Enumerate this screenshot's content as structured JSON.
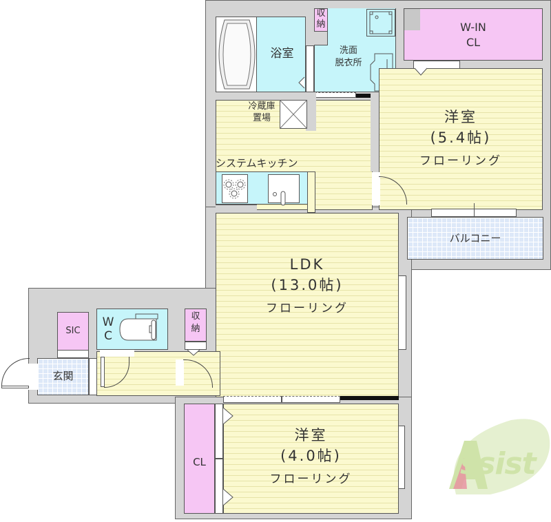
{
  "floorplan": {
    "rooms": {
      "bath": {
        "label": "浴室"
      },
      "storage_top": {
        "label_1": "収",
        "label_2": "納"
      },
      "washroom": {
        "label_1": "洗面",
        "label_2": "脱衣所"
      },
      "fridge": {
        "label_1": "冷蔵庫",
        "label_2": "置場"
      },
      "walk_in_closet": {
        "label_1": "W-IN",
        "label_2": "CL"
      },
      "western_room_1": {
        "name": "洋室",
        "size": "(5.4帖)",
        "floor": "フローリング"
      },
      "kitchen": {
        "label": "システムキッチン"
      },
      "balcony": {
        "label": "バルコニー"
      },
      "ldk": {
        "name": "LDK",
        "size": "(13.0帖)",
        "floor": "フローリング"
      },
      "shoe_closet": {
        "label": "SIC"
      },
      "wc": {
        "label_1": "W",
        "label_2": "C"
      },
      "storage_mid": {
        "label_1": "収",
        "label_2": "納"
      },
      "entrance": {
        "label": "玄関"
      },
      "western_room_2": {
        "name": "洋室",
        "size": "(4.0帖)",
        "floor": "フローリング"
      },
      "closet": {
        "label": "CL"
      }
    },
    "watermark": {
      "text": "Assist",
      "color": "#cfe3a9",
      "accent": "#e88ea0"
    },
    "colors": {
      "wall": "#d4d4d4",
      "floor": "#fbf9cf",
      "wet_area": "#c6f5fa",
      "storage": "#f6c6f4",
      "tile": "#dde8f8"
    }
  }
}
